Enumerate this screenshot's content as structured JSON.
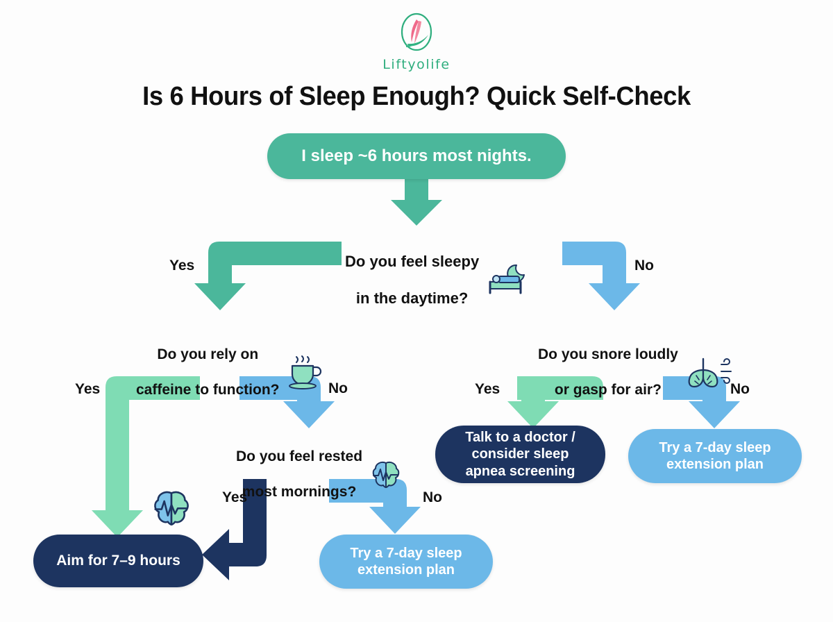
{
  "brand": {
    "name": "Liftyolife",
    "logo_icon": "leaf-circle-logo",
    "leaf_color": "#2fae7e",
    "accent_color": "#ef6a8a"
  },
  "header": {
    "title": "Is 6 Hours of Sleep Enough? Quick Self-Check"
  },
  "palette": {
    "teal": "#4bb79b",
    "mint": "#7fdcb4",
    "blue": "#6cb8e8",
    "navy": "#1d3460",
    "text": "#111111",
    "background": "#fdfdfd"
  },
  "chart_data": {
    "type": "diagram",
    "title": "Is 6 Hours of Sleep Enough? Quick Self-Check",
    "nodes": [
      {
        "id": "start",
        "kind": "start",
        "label": "I sleep ~6 hours most nights.",
        "color": "#4bb79b"
      },
      {
        "id": "q1",
        "kind": "decision",
        "label": "Do you feel sleepy\nin the daytime?",
        "icon": "bed-moon-icon"
      },
      {
        "id": "q2",
        "kind": "decision",
        "label": "Do you rely on\ncaffeine to function?",
        "icon": "coffee-cup-icon"
      },
      {
        "id": "q3",
        "kind": "decision",
        "label": "Do you snore loudly\nor gasp for air?",
        "icon": "lungs-icon"
      },
      {
        "id": "q4",
        "kind": "decision",
        "label": "Do you feel rested\nmost mornings?",
        "icon": "brain-icon"
      },
      {
        "id": "o1",
        "kind": "outcome",
        "label": "Talk to a doctor /\nconsider sleep\napnea screening",
        "color": "#1d3460"
      },
      {
        "id": "o2",
        "kind": "outcome",
        "label": "Try a 7-day sleep\nextension plan",
        "color": "#6cb8e8"
      },
      {
        "id": "o3",
        "kind": "outcome",
        "label": "Try a 7-day sleep\nextension plan",
        "color": "#6cb8e8"
      },
      {
        "id": "o4",
        "kind": "outcome",
        "label": "Aim for 7–9 hours",
        "color": "#1d3460"
      }
    ],
    "edges": [
      {
        "from": "start",
        "to": "q1",
        "label": "",
        "color": "#4bb79b"
      },
      {
        "from": "q1",
        "to": "q2",
        "label": "Yes",
        "color": "#4bb79b"
      },
      {
        "from": "q1",
        "to": "q3",
        "label": "No",
        "color": "#6cb8e8"
      },
      {
        "from": "q2",
        "to": "o4",
        "label": "Yes",
        "color": "#7fdcb4"
      },
      {
        "from": "q2",
        "to": "q4",
        "label": "No",
        "color": "#6cb8e8"
      },
      {
        "from": "q3",
        "to": "o1",
        "label": "Yes",
        "color": "#7fdcb4"
      },
      {
        "from": "q3",
        "to": "o2",
        "label": "No",
        "color": "#6cb8e8"
      },
      {
        "from": "q4",
        "to": "o4",
        "label": "Yes",
        "color": "#1d3460"
      },
      {
        "from": "q4",
        "to": "o3",
        "label": "No",
        "color": "#6cb8e8"
      }
    ]
  },
  "nodes": {
    "start": {
      "label": "I sleep ~6 hours most nights."
    },
    "q1": {
      "line1": "Do you feel sleepy",
      "line2": "in the daytime?",
      "icon": "bed-moon-icon"
    },
    "q2": {
      "line1": "Do you rely on",
      "line2": "caffeine to function?",
      "icon": "coffee-cup-icon"
    },
    "q3": {
      "line1": "Do you snore loudly",
      "line2": "or gasp for air?",
      "icon": "lungs-icon"
    },
    "q4": {
      "line1": "Do you feel rested",
      "line2": "most mornings?",
      "icon": "brain-icon"
    },
    "outcome_doctor": {
      "line1": "Talk to a doctor /",
      "line2": "consider sleep",
      "line3": "apnea screening"
    },
    "outcome_plan_right": {
      "line1": "Try a 7-day sleep",
      "line2": "extension plan"
    },
    "outcome_plan_bottom": {
      "line1": "Try a 7-day sleep",
      "line2": "extension plan"
    },
    "outcome_aim": {
      "label": "Aim for 7–9 hours"
    }
  },
  "labels": {
    "q1_yes": "Yes",
    "q1_no": "No",
    "q2_yes": "Yes",
    "q2_no": "No",
    "q3_yes": "Yes",
    "q3_no": "No",
    "q4_yes": "Yes",
    "q4_no": "No"
  }
}
